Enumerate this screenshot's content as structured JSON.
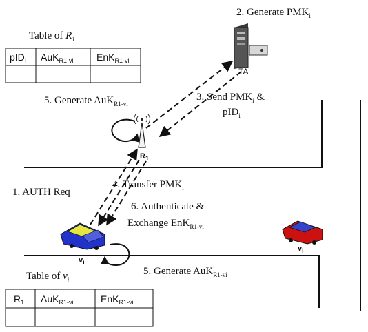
{
  "steps": {
    "s1": "1. AUTH Req",
    "s2_text": "2. Generate PMK",
    "s2_sub": "i",
    "s3_line1_a": "3. Send PMK",
    "s3_line1_sub": "i",
    "s3_line1_b": " &",
    "s3_line2_a": "pID",
    "s3_line2_sub": "i",
    "s4_a": "4. Transfer PMK",
    "s4_sub": "i",
    "s5_top_a": "5. Generate AuK",
    "s5_top_sub": "R1-vi",
    "s5_bottom_a": "5. Generate AuK",
    "s5_bottom_sub": "R1-vi",
    "s6_line1": "6. Authenticate &",
    "s6_line2_a": "Exchange EnK",
    "s6_line2_sub": "R1-vi"
  },
  "nodes": {
    "ta": "TA",
    "r1_a": "R",
    "r1_sub": "1",
    "vi_left_a": "v",
    "vi_left_sub": "i",
    "vi_right_a": "v",
    "vi_right_sub": "i"
  },
  "table_r1": {
    "title_a": "Table of ",
    "title_b": "R",
    "title_sub": "1",
    "headers": [
      {
        "a": "pID",
        "sub": "i"
      },
      {
        "a": "AuK",
        "sub": "R1-vi"
      },
      {
        "a": "EnK",
        "sub": "R1-vi"
      }
    ]
  },
  "table_vi": {
    "title_a": "Table of ",
    "title_b": "v",
    "title_sub": "i",
    "headers": [
      {
        "a": "R",
        "sub": "1"
      },
      {
        "a": "AuK",
        "sub": "R1-vi"
      },
      {
        "a": "EnK",
        "sub": "R1-vi"
      }
    ]
  },
  "colors": {
    "car_left": "#2233cc",
    "car_left_roof": "#e6e640",
    "car_right": "#cc1111",
    "car_right_roof": "#3344cc",
    "lines": "#111111"
  }
}
